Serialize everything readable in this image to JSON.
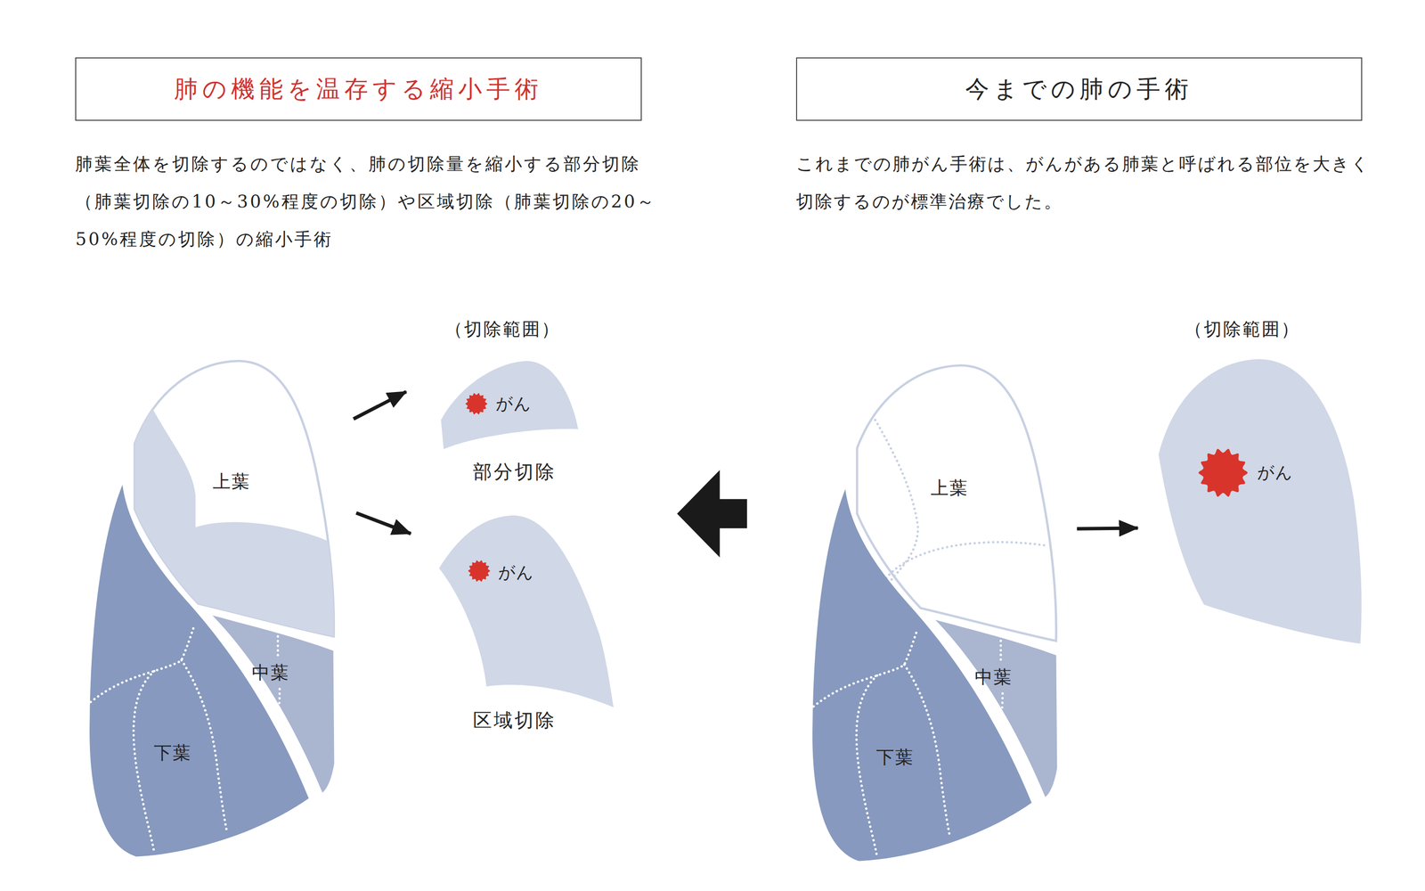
{
  "diagram": {
    "nodes": [
      {
        "text": [
          "肺の機能を温存する縮小手術"
        ]
      },
      {
        "text": [
          "今までの肺の手術"
        ]
      },
      {
        "text": [
          "上葉"
        ]
      },
      {
        "text": [
          "中葉"
        ]
      },
      {
        "text": [
          "下葉"
        ]
      },
      {
        "text": [
          "がん",
          "部分切除"
        ]
      },
      {
        "text": [
          "がん",
          "区域切除"
        ]
      },
      {
        "text": [
          "上葉"
        ]
      },
      {
        "text": [
          "中葉"
        ]
      },
      {
        "text": [
          "下葉"
        ]
      },
      {
        "text": [
          "がん"
        ]
      }
    ],
    "edges": [
      {
        "from": 2,
        "to": 5,
        "arrow": "to"
      },
      {
        "from": 2,
        "to": 6,
        "arrow": "to"
      },
      {
        "from": 7,
        "to": 10,
        "arrow": "to"
      }
    ],
    "labels": [
      "肺葉全体を切除するのではなく、肺の切除量を縮小する部分切除（肺葉切除の10～30%程度の切除）や区域切除（肺葉切除の20～50%程度の切除）の縮小手術",
      "これまでの肺がん手術は、がんがある肺葉と呼ばれる部位を大きく切除するのが標準治療でした。",
      "（切除範囲）",
      "（切除範囲）"
    ]
  }
}
